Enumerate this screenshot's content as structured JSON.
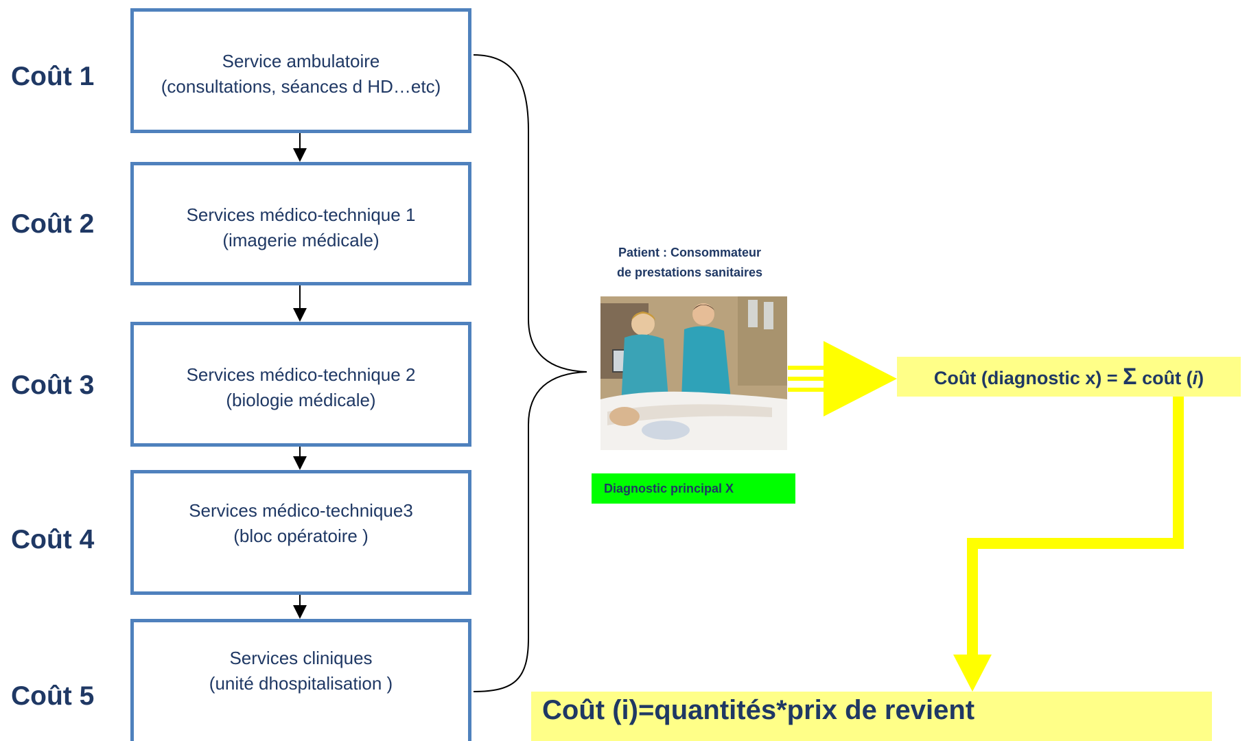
{
  "costs": [
    "Coût 1",
    "Coût 2",
    "Coût 3",
    "Coût 4",
    "Coût 5"
  ],
  "services": [
    {
      "line1": "Service ambulatoire",
      "line2": "(consultations, séances d HD…etc)"
    },
    {
      "line1": "Services médico-technique 1",
      "line2": "(imagerie médicale)"
    },
    {
      "line1": "Services médico-technique 2",
      "line2": "(biologie médicale)"
    },
    {
      "line1": "Services médico-technique3",
      "line2": "(bloc opératoire )"
    },
    {
      "line1": "Services cliniques",
      "line2": "(unité dhospitalisation )"
    }
  ],
  "patient": {
    "title_line1": "Patient : Consommateur",
    "title_line2": "de prestations sanitaires",
    "diagnostic": "Diagnostic principal X"
  },
  "formula": {
    "left": "Coût (diagnostic x) = ",
    "sigma": "Σ",
    "middle": " coût (",
    "var": "i",
    "right": ")"
  },
  "bottom_formula": "Coût (i)=quantités*prix de revient",
  "colors": {
    "box_border": "#4f81bd",
    "text": "#1f3864",
    "arrow_yellow": "#ffff00",
    "formula_bg": "#ffff88",
    "diagnostic_bg": "#00ff00"
  }
}
